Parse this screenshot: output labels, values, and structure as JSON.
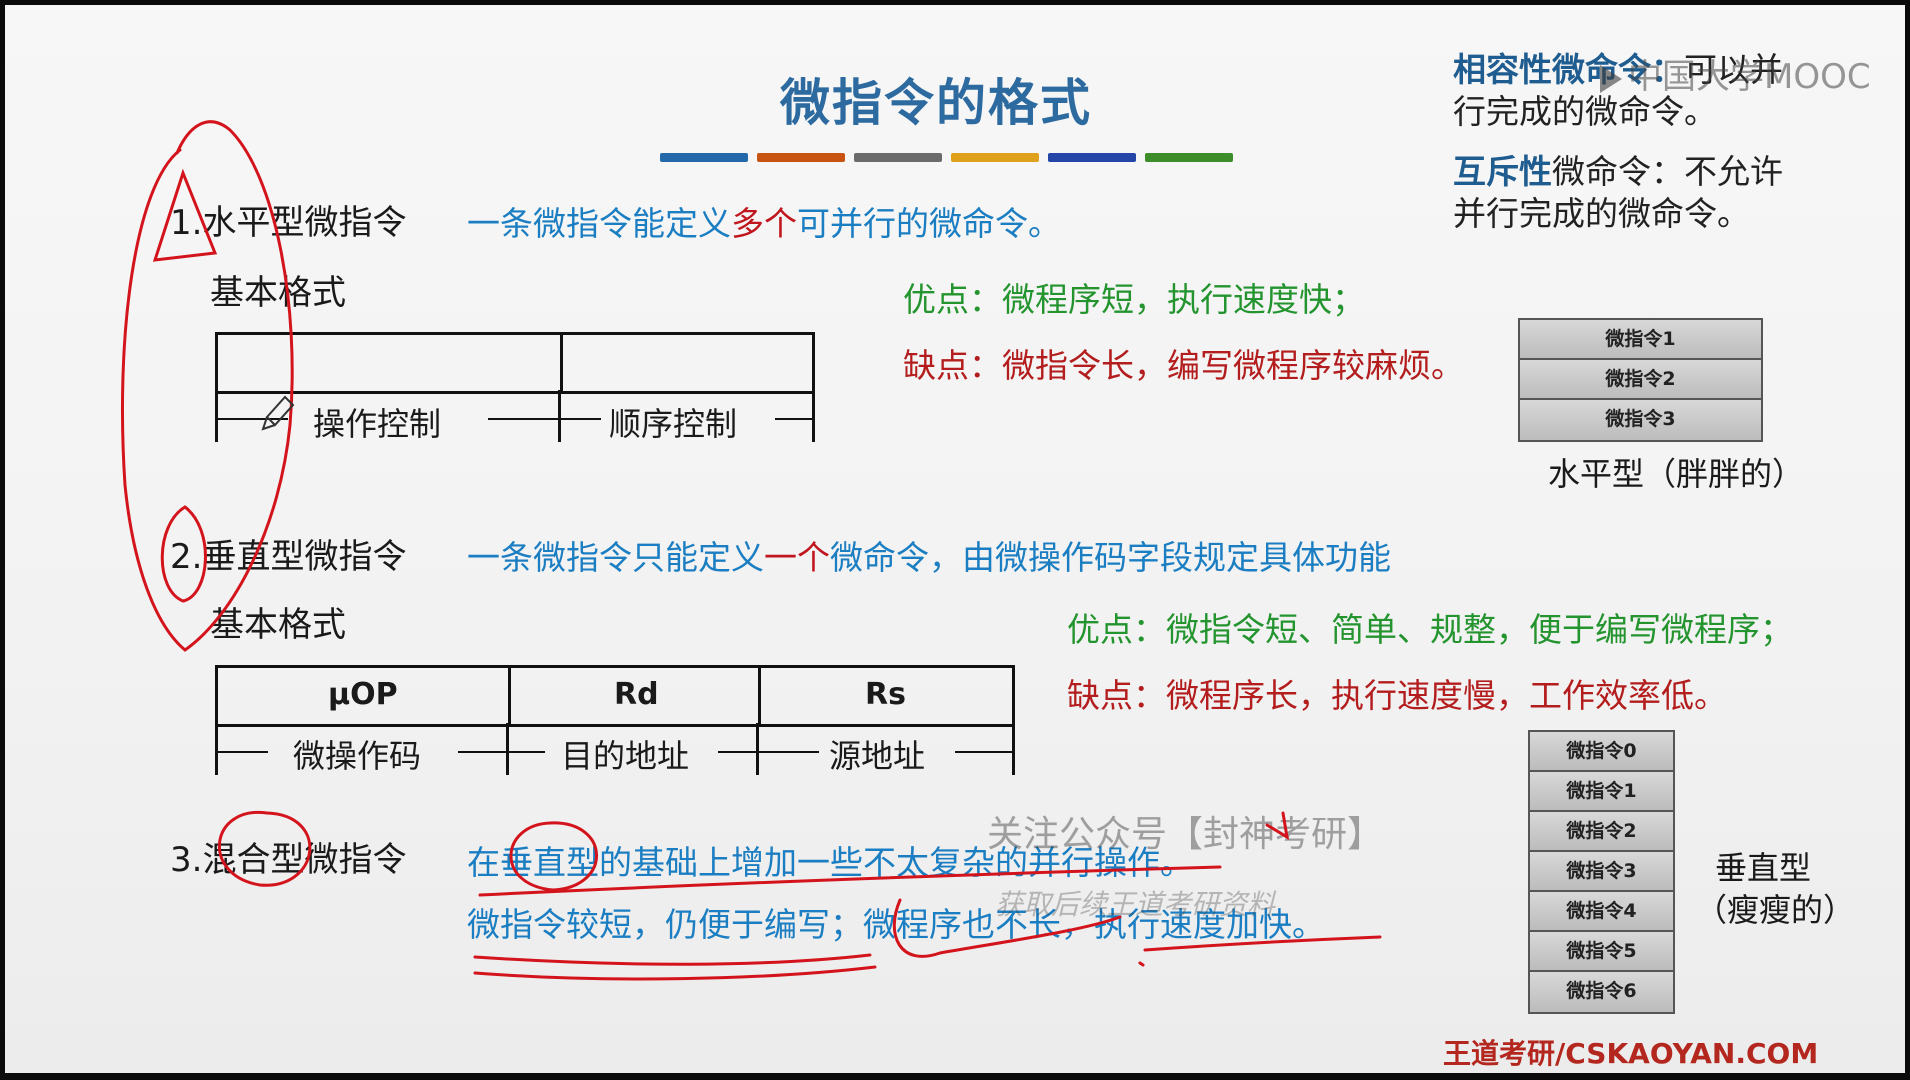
{
  "title": "微指令的格式",
  "palette": [
    "#2368a8",
    "#c75413",
    "#6b6b6b",
    "#e0a11a",
    "#2546a8",
    "#3d8d2a"
  ],
  "side_note": {
    "line1_bold": "相容性微命令：",
    "line1_rest": "可以并",
    "line2": "行完成的微命令。",
    "line3_bold": "互斥性",
    "line3_rest": "微命令：不允许",
    "line4": "并行完成的微命令。"
  },
  "logo_overlay": "中国大学MOOC",
  "section1": {
    "number": "1.",
    "name": "水平型微指令",
    "desc_a": "一条微指令能定义",
    "desc_red": "多个",
    "desc_b": "可并行的微命令。",
    "basic_format": "基本格式",
    "fields": [
      "操作控制",
      "顺序控制"
    ],
    "pros": "优点：微程序短，执行速度快；",
    "cons": "缺点：微指令长，编写微程序较麻烦。",
    "stack": [
      "微指令1",
      "微指令2",
      "微指令3"
    ],
    "stack_caption": "水平型（胖胖的）"
  },
  "section2": {
    "number": "2.",
    "name": "垂直型微指令",
    "desc_a": "一条微指令只能定义",
    "desc_red": "一个",
    "desc_b": "微命令，由微操作码字段规定具体功能",
    "basic_format": "基本格式",
    "fields": [
      {
        "name": "μOP",
        "caption": "微操作码"
      },
      {
        "name": "Rd",
        "caption": "目的地址"
      },
      {
        "name": "Rs",
        "caption": "源地址"
      }
    ],
    "pros": "优点：微指令短、简单、规整，便于编写微程序；",
    "cons": "缺点：微程序长，执行速度慢，工作效率低。",
    "stack": [
      "微指令0",
      "微指令1",
      "微指令2",
      "微指令3",
      "微指令4",
      "微指令5",
      "微指令6"
    ],
    "stack_caption_1": "垂直型",
    "stack_caption_2": "（瘦瘦的）"
  },
  "section3": {
    "number": "3.",
    "name": "混合型微指令",
    "line1": "在垂直型的基础上增加一些不太复杂的并行操作。",
    "line2": "微指令较短，仍便于编写；微程序也不长，执行速度加快。"
  },
  "watermark_1": "关注公众号【封神考研】",
  "watermark_2": "获取后续王道考研资料",
  "brand": "王道考研/CSKAOYAN.COM"
}
